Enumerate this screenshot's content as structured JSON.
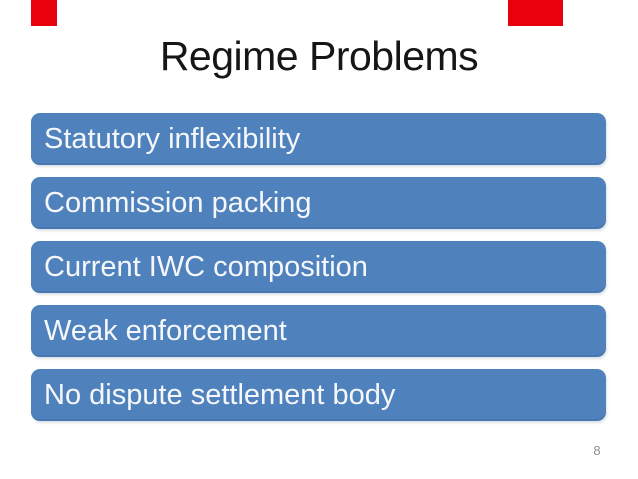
{
  "slide": {
    "title": "Regime Problems",
    "page_number": "8",
    "problems": [
      "Statutory inflexibility",
      "Commission packing",
      "Current IWC composition",
      "Weak enforcement",
      "No dispute settlement body"
    ]
  },
  "colors": {
    "bar_blue": "#4f81bd",
    "bar_text_white": "#f5f7fa",
    "title_black": "#161616",
    "page_number_gray": "#8f8f8f",
    "redaction_red": "#e8000d",
    "background": "#ffffff"
  }
}
